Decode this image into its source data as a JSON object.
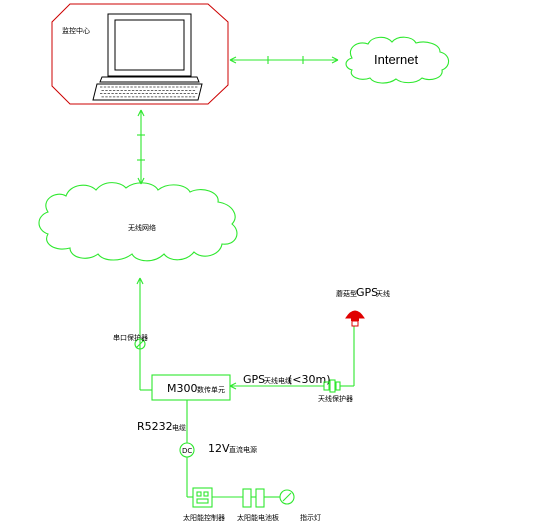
{
  "monitor_center": {
    "label": "监控中心"
  },
  "internet": {
    "label": "Internet"
  },
  "wireless_network": {
    "label": "无线网络"
  },
  "gps_antenna": {
    "prefix": "蘑菇型",
    "label": "GPS",
    "suffix": "天线"
  },
  "serial_protection": {
    "label": "串口保护器"
  },
  "device": {
    "model": "M300",
    "suffix": "数传单元"
  },
  "gps_cable": {
    "label": "GPS",
    "detail": "天线电缆",
    "length": "(<30m)"
  },
  "gps_protector": {
    "label": "天线保护器"
  },
  "rs232": {
    "label": "R5232",
    "suffix": "电缆"
  },
  "dc": {
    "label": "DC"
  },
  "power_cable": {
    "voltage": "12V",
    "label": "直流电源"
  },
  "solar_controller": {
    "label": "太阳能控制器"
  },
  "battery": {
    "label": "太阳能电池板"
  },
  "light": {
    "label": "指示灯"
  },
  "colors": {
    "line": "#2ee82e",
    "frame": "#cc0000",
    "antenna": "#e00000"
  }
}
